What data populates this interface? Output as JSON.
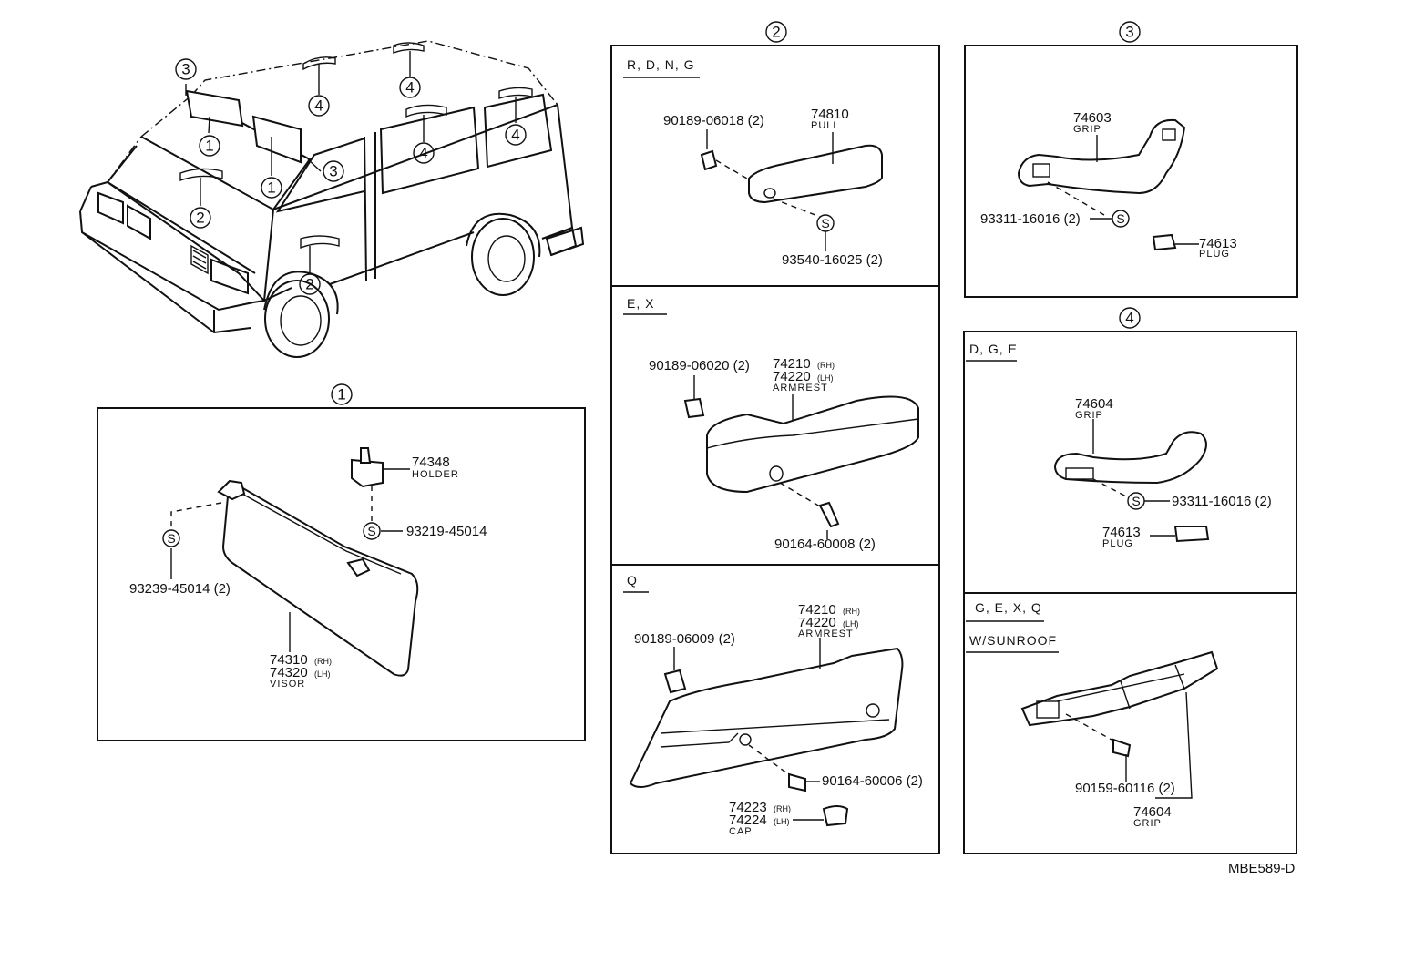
{
  "footer": {
    "code": "MBE589-D"
  },
  "callouts": {
    "c1": "1",
    "c2": "2",
    "c3": "3",
    "c4": "4",
    "s": "S"
  },
  "section1": {
    "holder_no": "74348",
    "holder_name": "HOLDER",
    "screw_holder": "93219-45014",
    "screw_visor": "93239-45014 (2)",
    "visor_rh": "74310",
    "visor_lh": "74320",
    "rh": "(RH)",
    "lh": "(LH)",
    "visor_name": "VISOR"
  },
  "section2a": {
    "header": "R, D, N, G",
    "clip": "90189-06018 (2)",
    "pull_no": "74810",
    "pull_name": "PULL",
    "screw": "93540-16025 (2)"
  },
  "section2b": {
    "header": "E, X",
    "clip": "90189-06020 (2)",
    "armrest_rh": "74210",
    "armrest_lh": "74220",
    "rh": "(RH)",
    "lh": "(LH)",
    "armrest_name": "ARMREST",
    "screw": "90164-60008 (2)"
  },
  "section2c": {
    "header": "Q",
    "clip": "90189-06009 (2)",
    "armrest_rh": "74210",
    "armrest_lh": "74220",
    "rh": "(RH)",
    "lh": "(LH)",
    "armrest_name": "ARMREST",
    "screw": "90164-60006 (2)",
    "cap_rh": "74223",
    "cap_lh": "74224",
    "cap_name": "CAP"
  },
  "section3": {
    "grip_no": "74603",
    "grip_name": "GRIP",
    "screw": "93311-16016 (2)",
    "plug_no": "74613",
    "plug_name": "PLUG"
  },
  "section4a": {
    "header": "D, G, E",
    "grip_no": "74604",
    "grip_name": "GRIP",
    "screw": "93311-16016 (2)",
    "plug_no": "74613",
    "plug_name": "PLUG"
  },
  "section4b": {
    "header": "G, E, X, Q",
    "subheader": "W/SUNROOF",
    "screw": "90159-60116 (2)",
    "grip_no": "74604",
    "grip_name": "GRIP"
  }
}
